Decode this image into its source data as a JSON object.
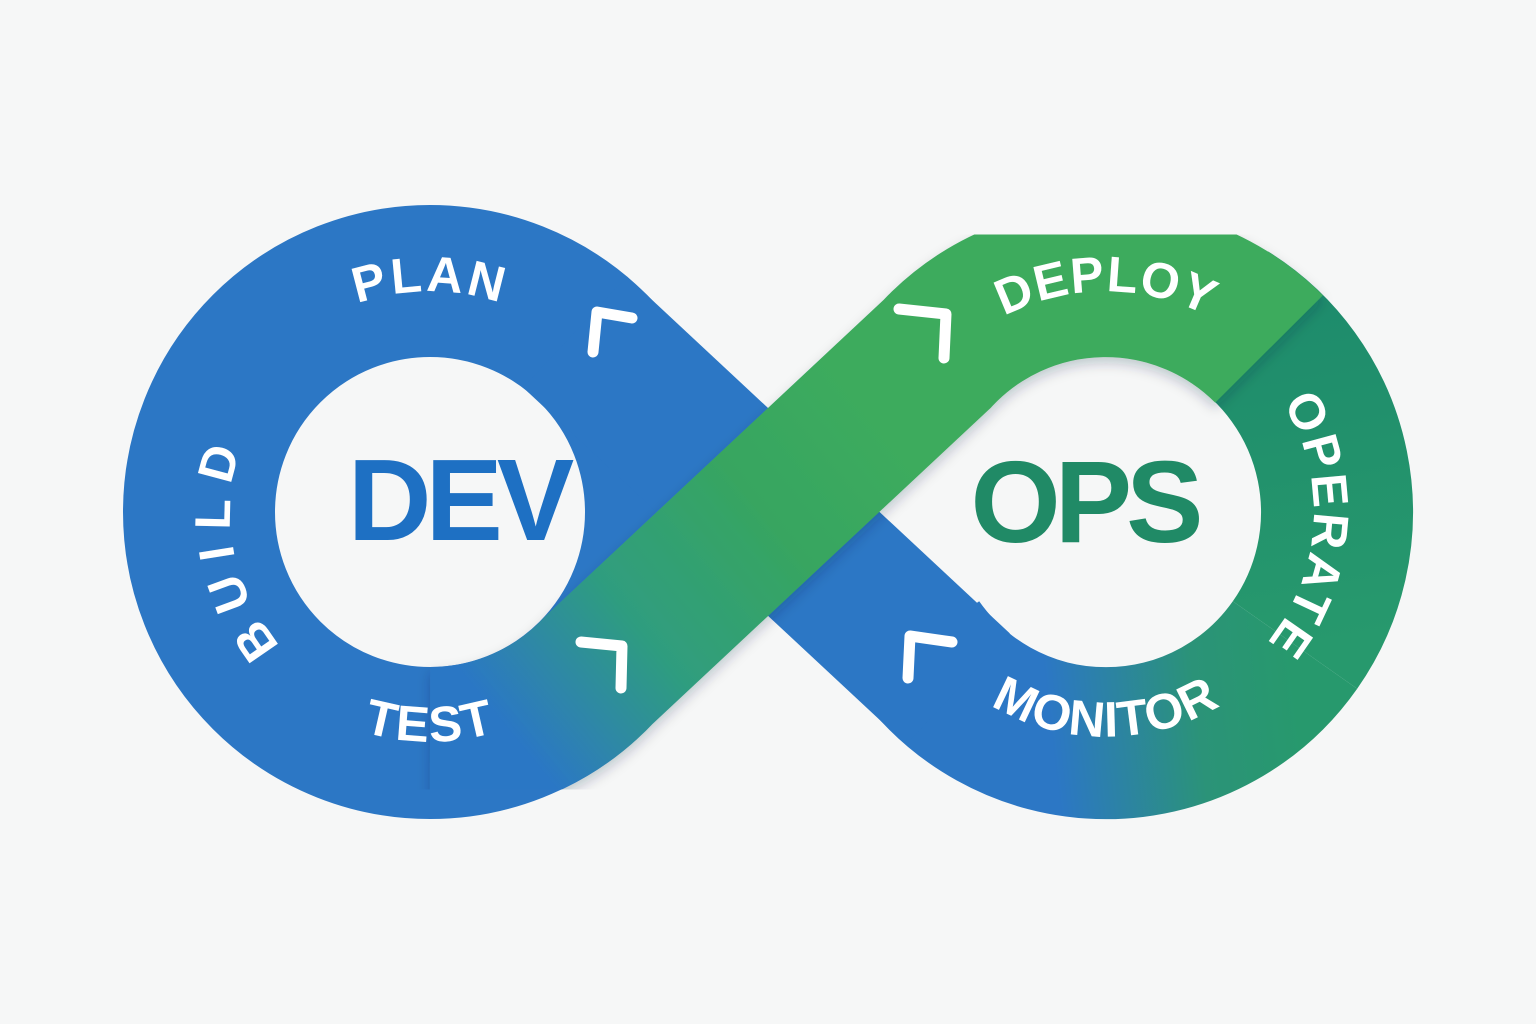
{
  "page": {
    "background": "#f6f7f7"
  },
  "diagram": {
    "name": "DevOps infinity loop",
    "colors": {
      "blue": "#2c77c5",
      "green": "#3cab5d",
      "green_mid": "#37a561",
      "blend_blue_green": "#2f9d7f",
      "blend_blue_teal": "#2b9378",
      "teal": "#27996d",
      "teal_dark": "#1e8c6c",
      "dev_text": "#1e70c3",
      "ops_text": "#208a66",
      "label": "#ffffff",
      "shadow": "#0a2a45"
    },
    "dev_loop": {
      "center_label": "DEV",
      "top_stage": "PLAN",
      "side_stage": "BUILD",
      "bottom_stage": "TEST"
    },
    "ops_loop": {
      "center_label": "OPS",
      "top_stage": "DEPLOY",
      "side_stage": "OPERATE",
      "bottom_stage": "MONITOR"
    },
    "icons": {
      "flow_arrow": "right-angle-chevron"
    }
  }
}
